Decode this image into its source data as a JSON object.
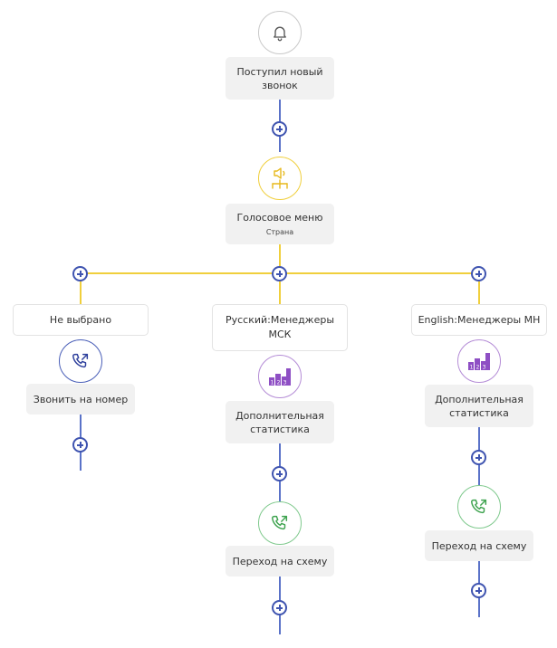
{
  "root": {
    "trigger_label": "Поступил новый звонок",
    "trigger_icon": "bell-icon",
    "ivr_title": "Голосовое меню",
    "ivr_subtitle": "Страна",
    "ivr_icon": "ivr-icon"
  },
  "branches": [
    {
      "label": "Не выбрано",
      "steps": [
        {
          "icon": "phone-outgoing-icon",
          "label": "Звонить на номер"
        }
      ]
    },
    {
      "label": "Русский:Менеджеры МСК",
      "steps": [
        {
          "icon": "statistics-icon",
          "label": "Дополнительная статистика"
        },
        {
          "icon": "phone-outgoing-icon",
          "label": "Переход на схему"
        }
      ]
    },
    {
      "label": "English:Менеджеры МН",
      "steps": [
        {
          "icon": "statistics-icon",
          "label": "Дополнительная статистика"
        },
        {
          "icon": "phone-outgoing-icon",
          "label": "Переход на схему"
        }
      ]
    }
  ],
  "colors": {
    "connector_blue": "#5a72c8",
    "connector_yellow": "#f0cf3c",
    "plus_blue": "#3f54b0",
    "stat_purple": "#8e4fc4",
    "phone_green": "#3ea34f",
    "phone_blue": "#2d3f9c"
  }
}
